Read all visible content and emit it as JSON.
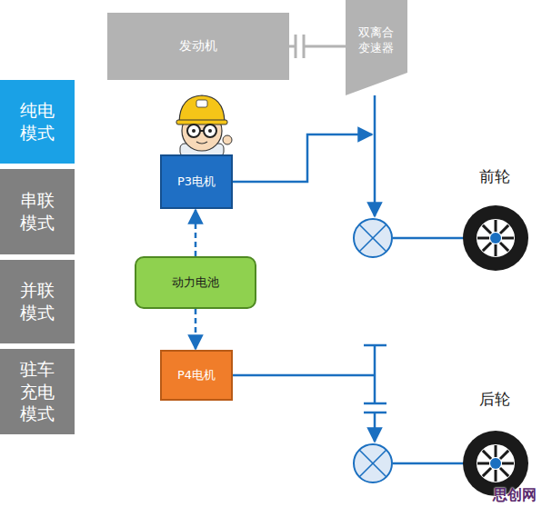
{
  "diagram": {
    "nodes": [
      {
        "text": [
          "发动机"
        ]
      },
      {
        "text": [
          "双离合变速器"
        ]
      },
      {
        "text": [
          "纯电模式"
        ]
      },
      {
        "text": [
          "串联模式"
        ]
      },
      {
        "text": [
          "并联模式"
        ]
      },
      {
        "text": [
          "驻车充电模式"
        ]
      },
      {
        "text": [
          "P3电机"
        ]
      },
      {
        "text": [
          "动力电池"
        ]
      },
      {
        "text": [
          "P4电机"
        ]
      }
    ],
    "edges": [
      {
        "from": 0,
        "to": 1,
        "arrow": "none"
      },
      {
        "from": 7,
        "to": 6,
        "arrow": "to"
      },
      {
        "from": 7,
        "to": 8,
        "arrow": "to"
      }
    ],
    "labels": [
      "前轮",
      "后轮",
      "思创网"
    ]
  }
}
